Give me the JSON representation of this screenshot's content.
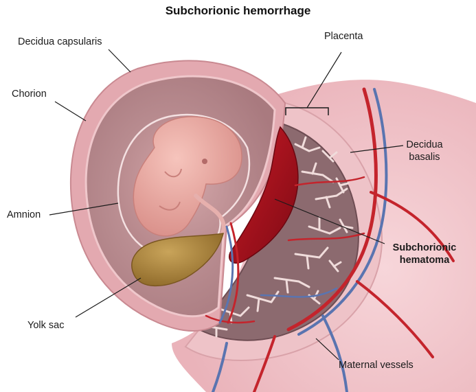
{
  "title": "Subchorionic hemorrhage",
  "labels": {
    "decidua_capsularis": "Decidua capsularis",
    "placenta": "Placenta",
    "chorion": "Chorion",
    "decidua_basalis_line1": "Decidua",
    "decidua_basalis_line2": "basalis",
    "amnion": "Amnion",
    "subchorionic_hematoma_line1": "Subchorionic",
    "subchorionic_hematoma_line2": "hematoma",
    "yolk_sac": "Yolk sac",
    "maternal_vessels": "Maternal vessels"
  },
  "colors": {
    "uterine_tissue": "#f4c9cf",
    "decidua": "#d99aa2",
    "chorionic_cavity": "#b98a8e",
    "amniotic_cavity": "#c49598",
    "embryo": "#eba9a2",
    "yolk_sac": "#b58d3f",
    "hematoma": "#a8101c",
    "placenta": "#8f6a70",
    "villi": "#e8d0cf",
    "artery": "#c4242c",
    "vein": "#5a74b0"
  }
}
